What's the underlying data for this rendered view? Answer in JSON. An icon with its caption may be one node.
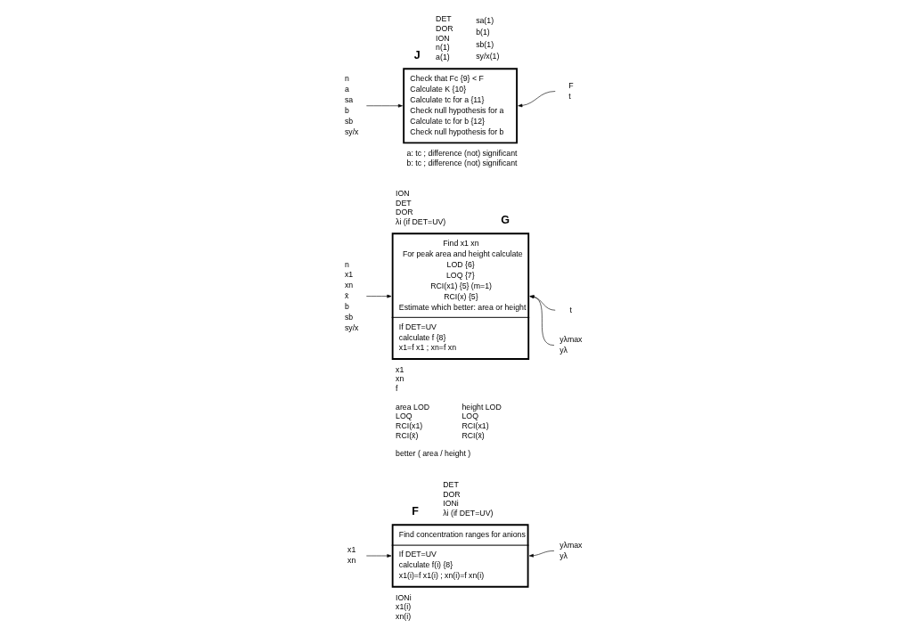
{
  "diagram": {
    "nodes": [
      {
        "text": [
          "Find concentration ranges for anions",
          "If DET=UV",
          "calculate f(i) {8}",
          "x1(i)=f x1(i) ; xn(i)=f xn(i)"
        ],
        "beside": [
          "F",
          "DET",
          "DOR",
          "IONi",
          "λi (if DET=UV)",
          "IONi",
          "x1(i)",
          "xn(i)"
        ]
      },
      {
        "text": [
          "x1",
          "xn"
        ]
      },
      {
        "text": [
          "yλmax",
          "yλ"
        ]
      },
      {
        "text": [
          "Find x1 xn",
          "For peak area and height calculate",
          "LOD {6}",
          "LOQ {7}",
          "RCI(x1) {5} (m=1)",
          "RCI(x) {5}",
          "Estimate which better: area or height",
          "If DET=UV",
          "calculate f {8}",
          "x1=f x1 ; xn=f xn"
        ],
        "beside": [
          "G",
          "ION",
          "DET",
          "DOR",
          "λi (if DET=UV)",
          "x1",
          "xn",
          "f",
          "area LOD",
          "LOQ",
          "RCI(x1)",
          "RCI(x̄)",
          "height LOD",
          "LOQ",
          "RCI(x1)",
          "RCI(x̄)",
          "better ( area / height )"
        ]
      },
      {
        "text": [
          "n",
          "x1",
          "xn",
          "x̄",
          "b",
          "sb",
          "sy/x"
        ]
      },
      {
        "text": [
          "t"
        ]
      },
      {
        "text": [
          "yλmax",
          "yλ"
        ]
      },
      {
        "text": [
          "Check that Fc {9} < F",
          "Calculate K {10}",
          "Calculate tc for a {11}",
          "Check null hypothesis for a",
          "Calculate tc for b {12}",
          "Check null hypothesis for b"
        ],
        "beside": [
          "J",
          "DET",
          "DOR",
          "ION",
          "n(1)",
          "a(1)",
          "sa(1)",
          "b(1)",
          "sb(1)",
          "sy/x(1)",
          "a: tc ; difference (not) significant",
          "b: tc ; difference (not) significant"
        ]
      },
      {
        "text": [
          "n",
          "a",
          "sa",
          "b",
          "sb",
          "sy/x"
        ]
      },
      {
        "text": [
          "F",
          "t"
        ]
      }
    ],
    "edges": [
      {
        "from": 1,
        "to": 0,
        "arrow": "to"
      },
      {
        "from": 2,
        "to": 0,
        "arrow": "to"
      },
      {
        "from": 4,
        "to": 3,
        "arrow": "to"
      },
      {
        "from": 5,
        "to": 3,
        "arrow": "to"
      },
      {
        "from": 6,
        "to": 3,
        "arrow": "to"
      },
      {
        "from": 8,
        "to": 7,
        "arrow": "to"
      },
      {
        "from": 9,
        "to": 7,
        "arrow": "to"
      }
    ]
  }
}
